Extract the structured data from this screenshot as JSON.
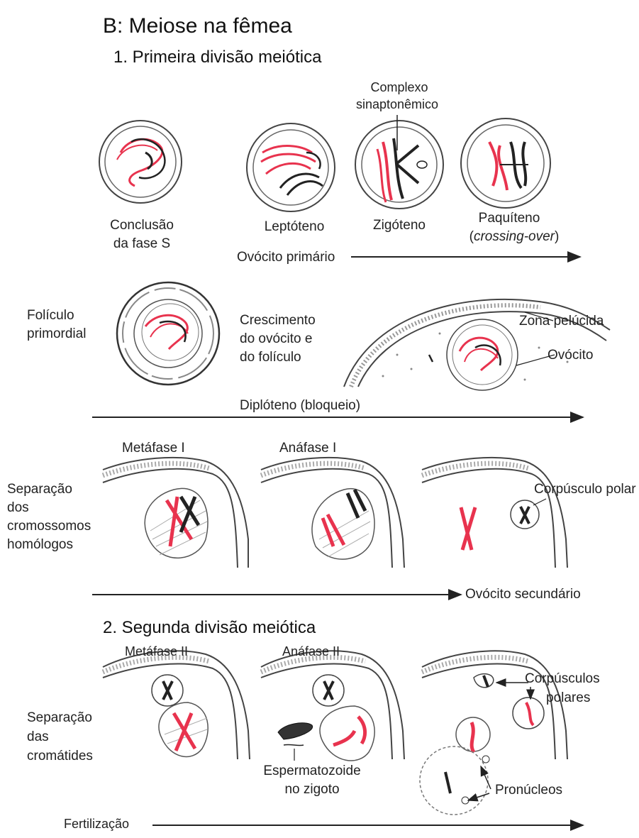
{
  "title": "B: Meiose na fêmea",
  "section1": {
    "heading": "1. Primeira divisão meiótica",
    "label_complexo": [
      "Complexo",
      "sinaptonêmico"
    ],
    "stages": {
      "conclusao": [
        "Conclusão",
        "da fase S"
      ],
      "leptoteno": "Leptóteno",
      "zigoteno": "Zigóteno",
      "paquiteno": [
        "Paquíteno",
        "crossing-over"
      ]
    },
    "ovocito_primario": "Ovócito primário",
    "foliculo_primordial": [
      "Folículo",
      "primordial"
    ],
    "crescimento": [
      "Crescimento",
      "do ovócito e",
      "do folículo"
    ],
    "zona_pelucida": "Zona pelúcida",
    "ovocito": "Ovócito",
    "diploteno": "Diplóteno (bloqueio)",
    "metafase1": "Metáfase I",
    "anafase1": "Anáfase I",
    "separacao_homologos": [
      "Separação",
      "dos",
      "cromossomos",
      "homólogos"
    ],
    "corpusculo_polar": "Corpúsculo polar",
    "ovocito_secundario": "Ovócito secundário"
  },
  "section2": {
    "heading": "2. Segunda divisão meiótica",
    "metafase2": "Metáfase II",
    "anafase2": "Anáfase II",
    "separacao_cromatides": [
      "Separação",
      "das",
      "cromátides"
    ],
    "corpusculos_polares": [
      "Corpúsculos",
      "polares"
    ],
    "espermatozoide": [
      "Espermatozoide",
      "no zigoto"
    ],
    "pronucleos": "Pronúcleos",
    "fertilizacao": "Fertilização"
  }
}
